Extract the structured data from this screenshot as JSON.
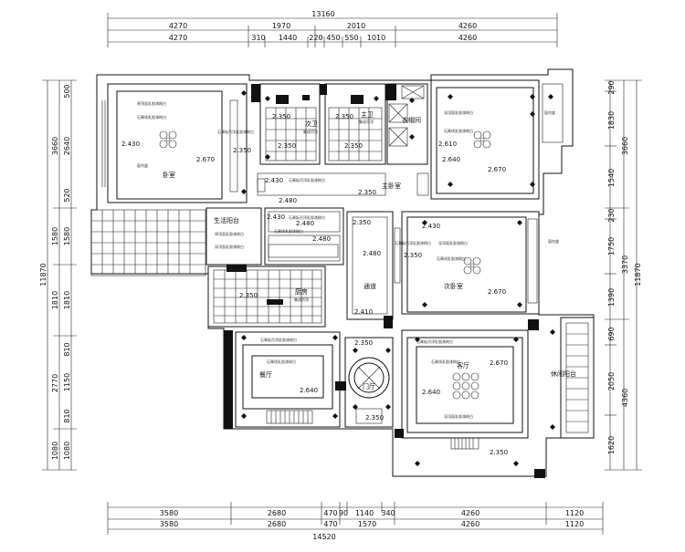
{
  "dimensions": {
    "top_total": "13160",
    "top_row1": [
      "4270",
      "1970",
      "2010",
      "4260"
    ],
    "top_row2": [
      "4270",
      "310",
      "1440",
      "220",
      "450",
      "550",
      "1010",
      "4260"
    ],
    "bottom_total": "14520",
    "bottom_row1": [
      "3580",
      "2680",
      "470",
      "90",
      "1140",
      "340",
      "4260",
      "1120"
    ],
    "bottom_row2": [
      "3580",
      "2680",
      "470",
      "1570",
      "4260",
      "1120"
    ],
    "left_total": "11870",
    "left_outer": [
      "3660",
      "1580",
      "1810",
      "2770",
      "1080"
    ],
    "left_inner": [
      "500",
      "2640",
      "520",
      "1580",
      "1810",
      "810",
      "1150",
      "810",
      "1080"
    ],
    "right_total": "11870",
    "right_outer": [
      "3660",
      "3370",
      "4360"
    ],
    "right_inner": [
      "290",
      "1830",
      "1540",
      "230",
      "1750",
      "1390",
      "690",
      "2050",
      "1620"
    ]
  },
  "rooms": {
    "bedroom": "卧室",
    "second_bath": "次卫",
    "master_bath": "主卫",
    "wardrobe": "衣帽间",
    "master_bedroom": "主卧室",
    "utility_balcony": "生活阳台",
    "kitchen": "厨房",
    "corridor": "通道",
    "second_bedroom": "次卧室",
    "dining": "餐厅",
    "foyer": "门厅",
    "living": "客厅",
    "leisure_balcony": "休闲阳台"
  },
  "heights": {
    "bedroom_a": "2.430",
    "bedroom_b": "2.350",
    "bedroom_c": "2.670",
    "bath1": "2.350",
    "bath1_b": "2.350",
    "bath2": "2.350",
    "bath2_b": "2.350",
    "master_a": "2.610",
    "master_b": "2.640",
    "master_c": "2.670",
    "passage_a": "2.430",
    "passage_b": "2.350",
    "utility_a": "2.430",
    "utility_b": "2.480",
    "utility_c": "2.480",
    "utility_d": "2.480",
    "corridor_a": "2.350",
    "corridor_b": "2.480",
    "corridor_c": "2.410",
    "second_a": "2.430",
    "second_b": "2.350",
    "second_c": "2.670",
    "kitchen": "2.350",
    "dining_a": "2.640",
    "foyer_a": "2.350",
    "foyer_b": "2.350",
    "living_a": "2.670",
    "living_b": "2.350",
    "living_c": "2.640"
  },
  "notes": {
    "n1": "原顶面乳胶漆刷白",
    "n2": "石膏板吊顶乳胶漆刷白",
    "n3": "集成吊顶",
    "n4": "窗帘盒",
    "n5": "石膏线乳胶漆刷白",
    "n6": "深顶面乳胶漆刷白"
  }
}
